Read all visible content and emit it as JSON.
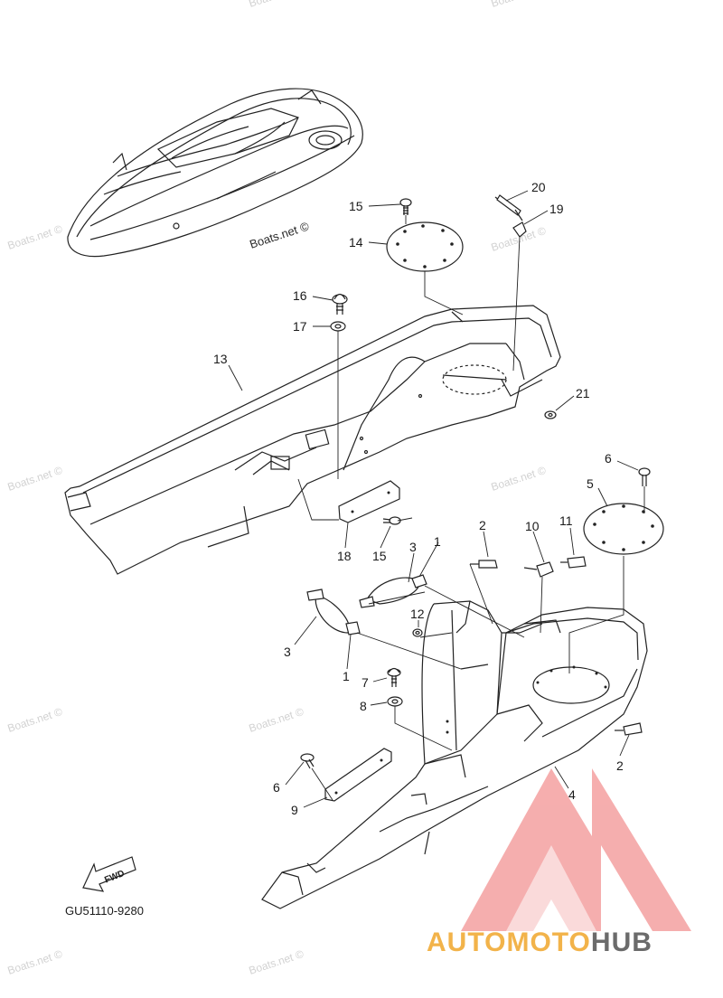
{
  "diagram_code": "GU51110-9280",
  "fwd_label": "FWD",
  "watermark_main": "Boats.net ©",
  "watermark_faint": "Boats.net ©",
  "brand": {
    "part1": "AUTO",
    "part2": "MOTO",
    "part3": "HUB"
  },
  "callouts": {
    "c20": "20",
    "c19": "19",
    "c15a": "15",
    "c14": "14",
    "c16": "16",
    "c17": "17",
    "c13": "13",
    "c21": "21",
    "c6a": "6",
    "c5": "5",
    "c18": "18",
    "c15b": "15",
    "c3a": "3",
    "c1a": "1",
    "c2a": "2",
    "c10": "10",
    "c11": "11",
    "c12": "12",
    "c3b": "3",
    "c1b": "1",
    "c7": "7",
    "c8": "8",
    "c2b": "2",
    "c6b": "6",
    "c9": "9",
    "c4": "4"
  },
  "colors": {
    "line": "#222222",
    "logo_red": "#f4a0a0",
    "logo_orange": "#f2b34a",
    "logo_grey": "#6b6b6b"
  }
}
